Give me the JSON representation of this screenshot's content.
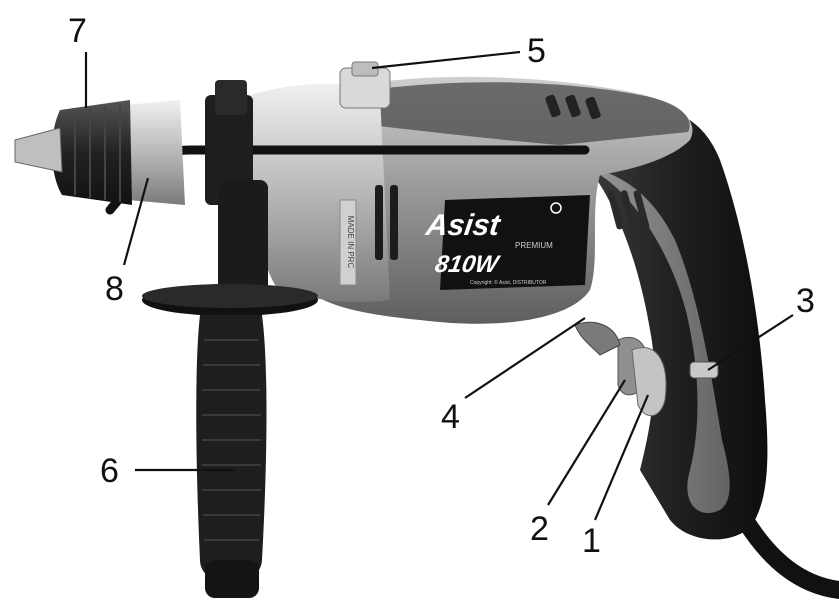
{
  "product": {
    "brand": "Asist",
    "subbrand": "PREMIUM",
    "model": "810W",
    "fineprint": "Copyright: © Asist, DISTRIBUTOR",
    "side_label": "MADE IN PRC"
  },
  "callouts": [
    {
      "id": "1",
      "label": "1"
    },
    {
      "id": "2",
      "label": "2"
    },
    {
      "id": "3",
      "label": "3"
    },
    {
      "id": "4",
      "label": "4"
    },
    {
      "id": "5",
      "label": "5"
    },
    {
      "id": "6",
      "label": "6"
    },
    {
      "id": "7",
      "label": "7"
    },
    {
      "id": "8",
      "label": "8"
    }
  ],
  "colors": {
    "body_dark": "#2b2b2b",
    "body_grey": "#8c8c8c",
    "body_light": "#b9b9b9",
    "rubber": "#1a1a1a"
  }
}
